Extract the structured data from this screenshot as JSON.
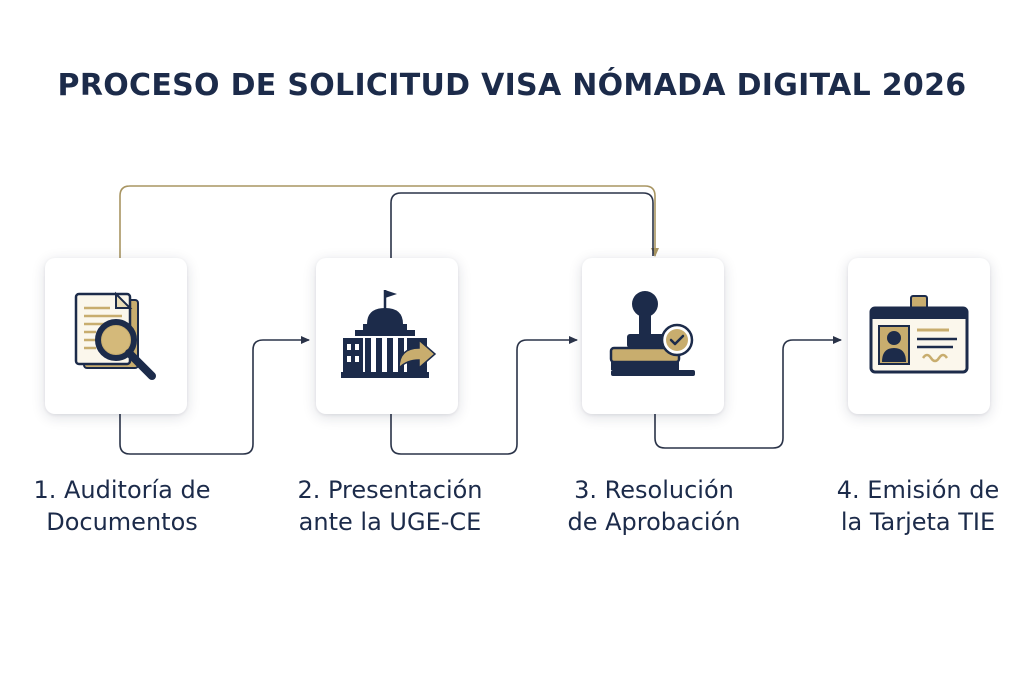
{
  "title": "PROCESO DE SOLICITUD VISA NÓMADA DIGITAL 2026",
  "colors": {
    "navy": "#1c2b4a",
    "gold": "#b59a5b",
    "connector_gold": "#a89562",
    "connector_dark": "#2a3348"
  },
  "steps": [
    {
      "icon": "document-magnifier-icon",
      "label_line1": "1. Auditoría de",
      "label_line2": "Documentos"
    },
    {
      "icon": "government-building-arrow-icon",
      "label_line1": "2. Presentación",
      "label_line2": "ante la UGE-CE"
    },
    {
      "icon": "approval-stamp-icon",
      "label_line1": "3. Resolución",
      "label_line2": "de Aprobación"
    },
    {
      "icon": "id-card-icon",
      "label_line1": "4. Emisión de",
      "label_line2": "la Tarjeta TIE"
    }
  ]
}
